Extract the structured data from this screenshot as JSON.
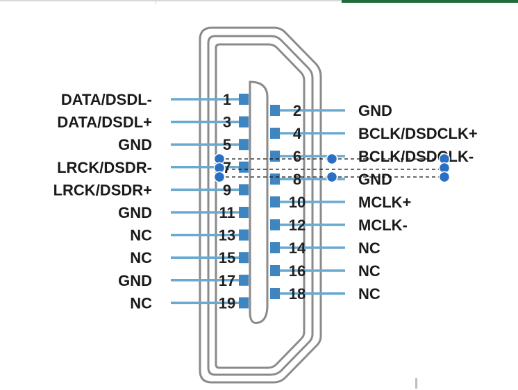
{
  "left_pins": [
    {
      "num": "1",
      "label": "DATA/DSDL-"
    },
    {
      "num": "3",
      "label": "DATA/DSDL+"
    },
    {
      "num": "5",
      "label": "GND"
    },
    {
      "num": "7",
      "label": "LRCK/DSDR-"
    },
    {
      "num": "9",
      "label": "LRCK/DSDR+"
    },
    {
      "num": "11",
      "label": "GND"
    },
    {
      "num": "13",
      "label": "NC"
    },
    {
      "num": "15",
      "label": "NC"
    },
    {
      "num": "17",
      "label": "GND"
    },
    {
      "num": "19",
      "label": "NC"
    }
  ],
  "right_pins": [
    {
      "num": "2",
      "label": "GND"
    },
    {
      "num": "4",
      "label": "BCLK/DSDCLK+"
    },
    {
      "num": "6",
      "label": "BCLK/DSDCLK-"
    },
    {
      "num": "8",
      "label": "GND"
    },
    {
      "num": "10",
      "label": "MCLK+"
    },
    {
      "num": "12",
      "label": "MCLK-"
    },
    {
      "num": "14",
      "label": "NC"
    },
    {
      "num": "16",
      "label": "NC"
    },
    {
      "num": "18",
      "label": "NC"
    }
  ],
  "colors": {
    "pin_line": "#6aaad0",
    "pin_pad": "#3f86c0",
    "connector_outline": "#8a8a8a",
    "selection_handle": "#2a6fc4",
    "selection_line": "#111111"
  }
}
